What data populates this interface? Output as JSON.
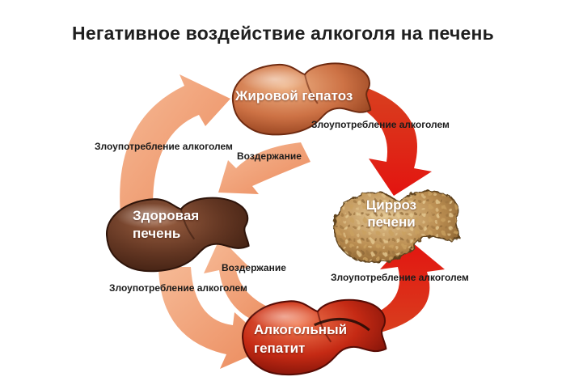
{
  "title": "Негативное воздействие алкоголя на печень",
  "diagram": {
    "nodes": {
      "fatty": {
        "label": "Жировой гепатоз"
      },
      "cirrhosis": {
        "line1": "Цирроз",
        "line2": "печени"
      },
      "hepatitis": {
        "line1": "Алкогольный",
        "line2": "гепатит"
      },
      "healthy": {
        "line1": "Здоровая",
        "line2": "печень"
      }
    },
    "edge_labels": {
      "healthy_to_fatty": "Злоупотребление алкоголем",
      "fatty_to_healthy": "Воздержание",
      "fatty_to_cirrhosis": "Злоупотребление алкоголем",
      "healthy_to_hepatitis": "Злоупотребление алкоголем",
      "hepatitis_to_healthy": "Воздержание",
      "hepatitis_to_cirrhosis": "Злоупотребление алкоголем"
    },
    "colors": {
      "title_text": "#1f1f1f",
      "edge_label_text": "#1b1b1b",
      "node_label_text": "#ffffff",
      "severe_arrow_start": "#d8401f",
      "severe_arrow_end": "#e31410",
      "reversible_arrow_start": "#f6ba96",
      "reversible_arrow_end": "#eb8a5c",
      "healthy_liver_light": "#9a5f41",
      "healthy_liver_mid": "#643723",
      "healthy_liver_dark": "#3c1d10",
      "fatty_liver_light": "#eeb285",
      "fatty_liver_mid": "#cd7245",
      "fatty_liver_dark": "#8c3a18",
      "hepatitis_liver_light": "#f07a52",
      "hepatitis_liver_mid": "#c52a14",
      "hepatitis_liver_dark": "#750f07",
      "cirrhosis_liver_light": "#e3c795",
      "cirrhosis_liver_mid": "#bb8e52",
      "cirrhosis_liver_dark": "#7c5526"
    }
  }
}
